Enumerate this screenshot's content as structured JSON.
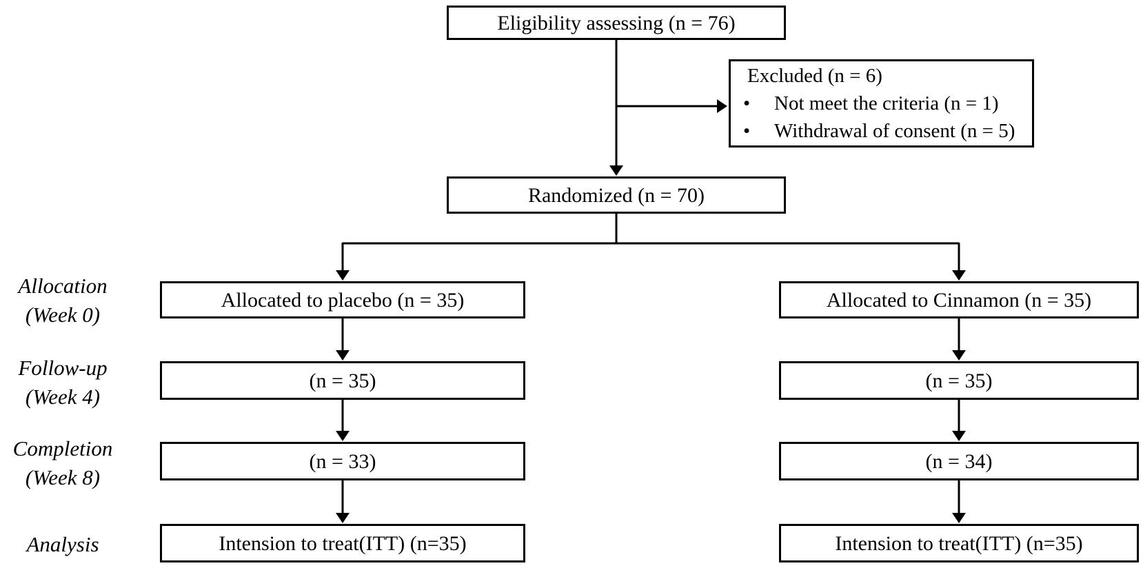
{
  "figure": {
    "type": "consort-flow-diagram",
    "background_color": "#ffffff",
    "line_color": "#000000",
    "text_color": "#000000"
  },
  "boxes": {
    "eligibility": {
      "label": "Eligibility assessing (n = 76)"
    },
    "excluded": {
      "title": "Excluded (n = 6)",
      "bullet": "•",
      "items": [
        "Not meet the criteria (n = 1)",
        "Withdrawal of consent (n = 5)"
      ]
    },
    "randomized": {
      "label": "Randomized (n = 70)"
    },
    "placebo_arm": {
      "allocation": "Allocated to placebo (n = 35)",
      "followup": "(n = 35)",
      "completion": "(n = 33)",
      "analysis": "Intension to treat(ITT) (n=35)"
    },
    "cinnamon_arm": {
      "allocation": "Allocated to Cinnamon (n = 35)",
      "followup": "(n = 35)",
      "completion": "(n = 34)",
      "analysis": "Intension to treat(ITT) (n=35)"
    }
  },
  "stage_labels": {
    "allocation": {
      "line1": "Allocation",
      "line2": "(Week 0)"
    },
    "followup": {
      "line1": "Follow-up",
      "line2": "(Week 4)"
    },
    "completion": {
      "line1": "Completion",
      "line2": "(Week 8)"
    },
    "analysis": {
      "line1": "Analysis"
    }
  }
}
